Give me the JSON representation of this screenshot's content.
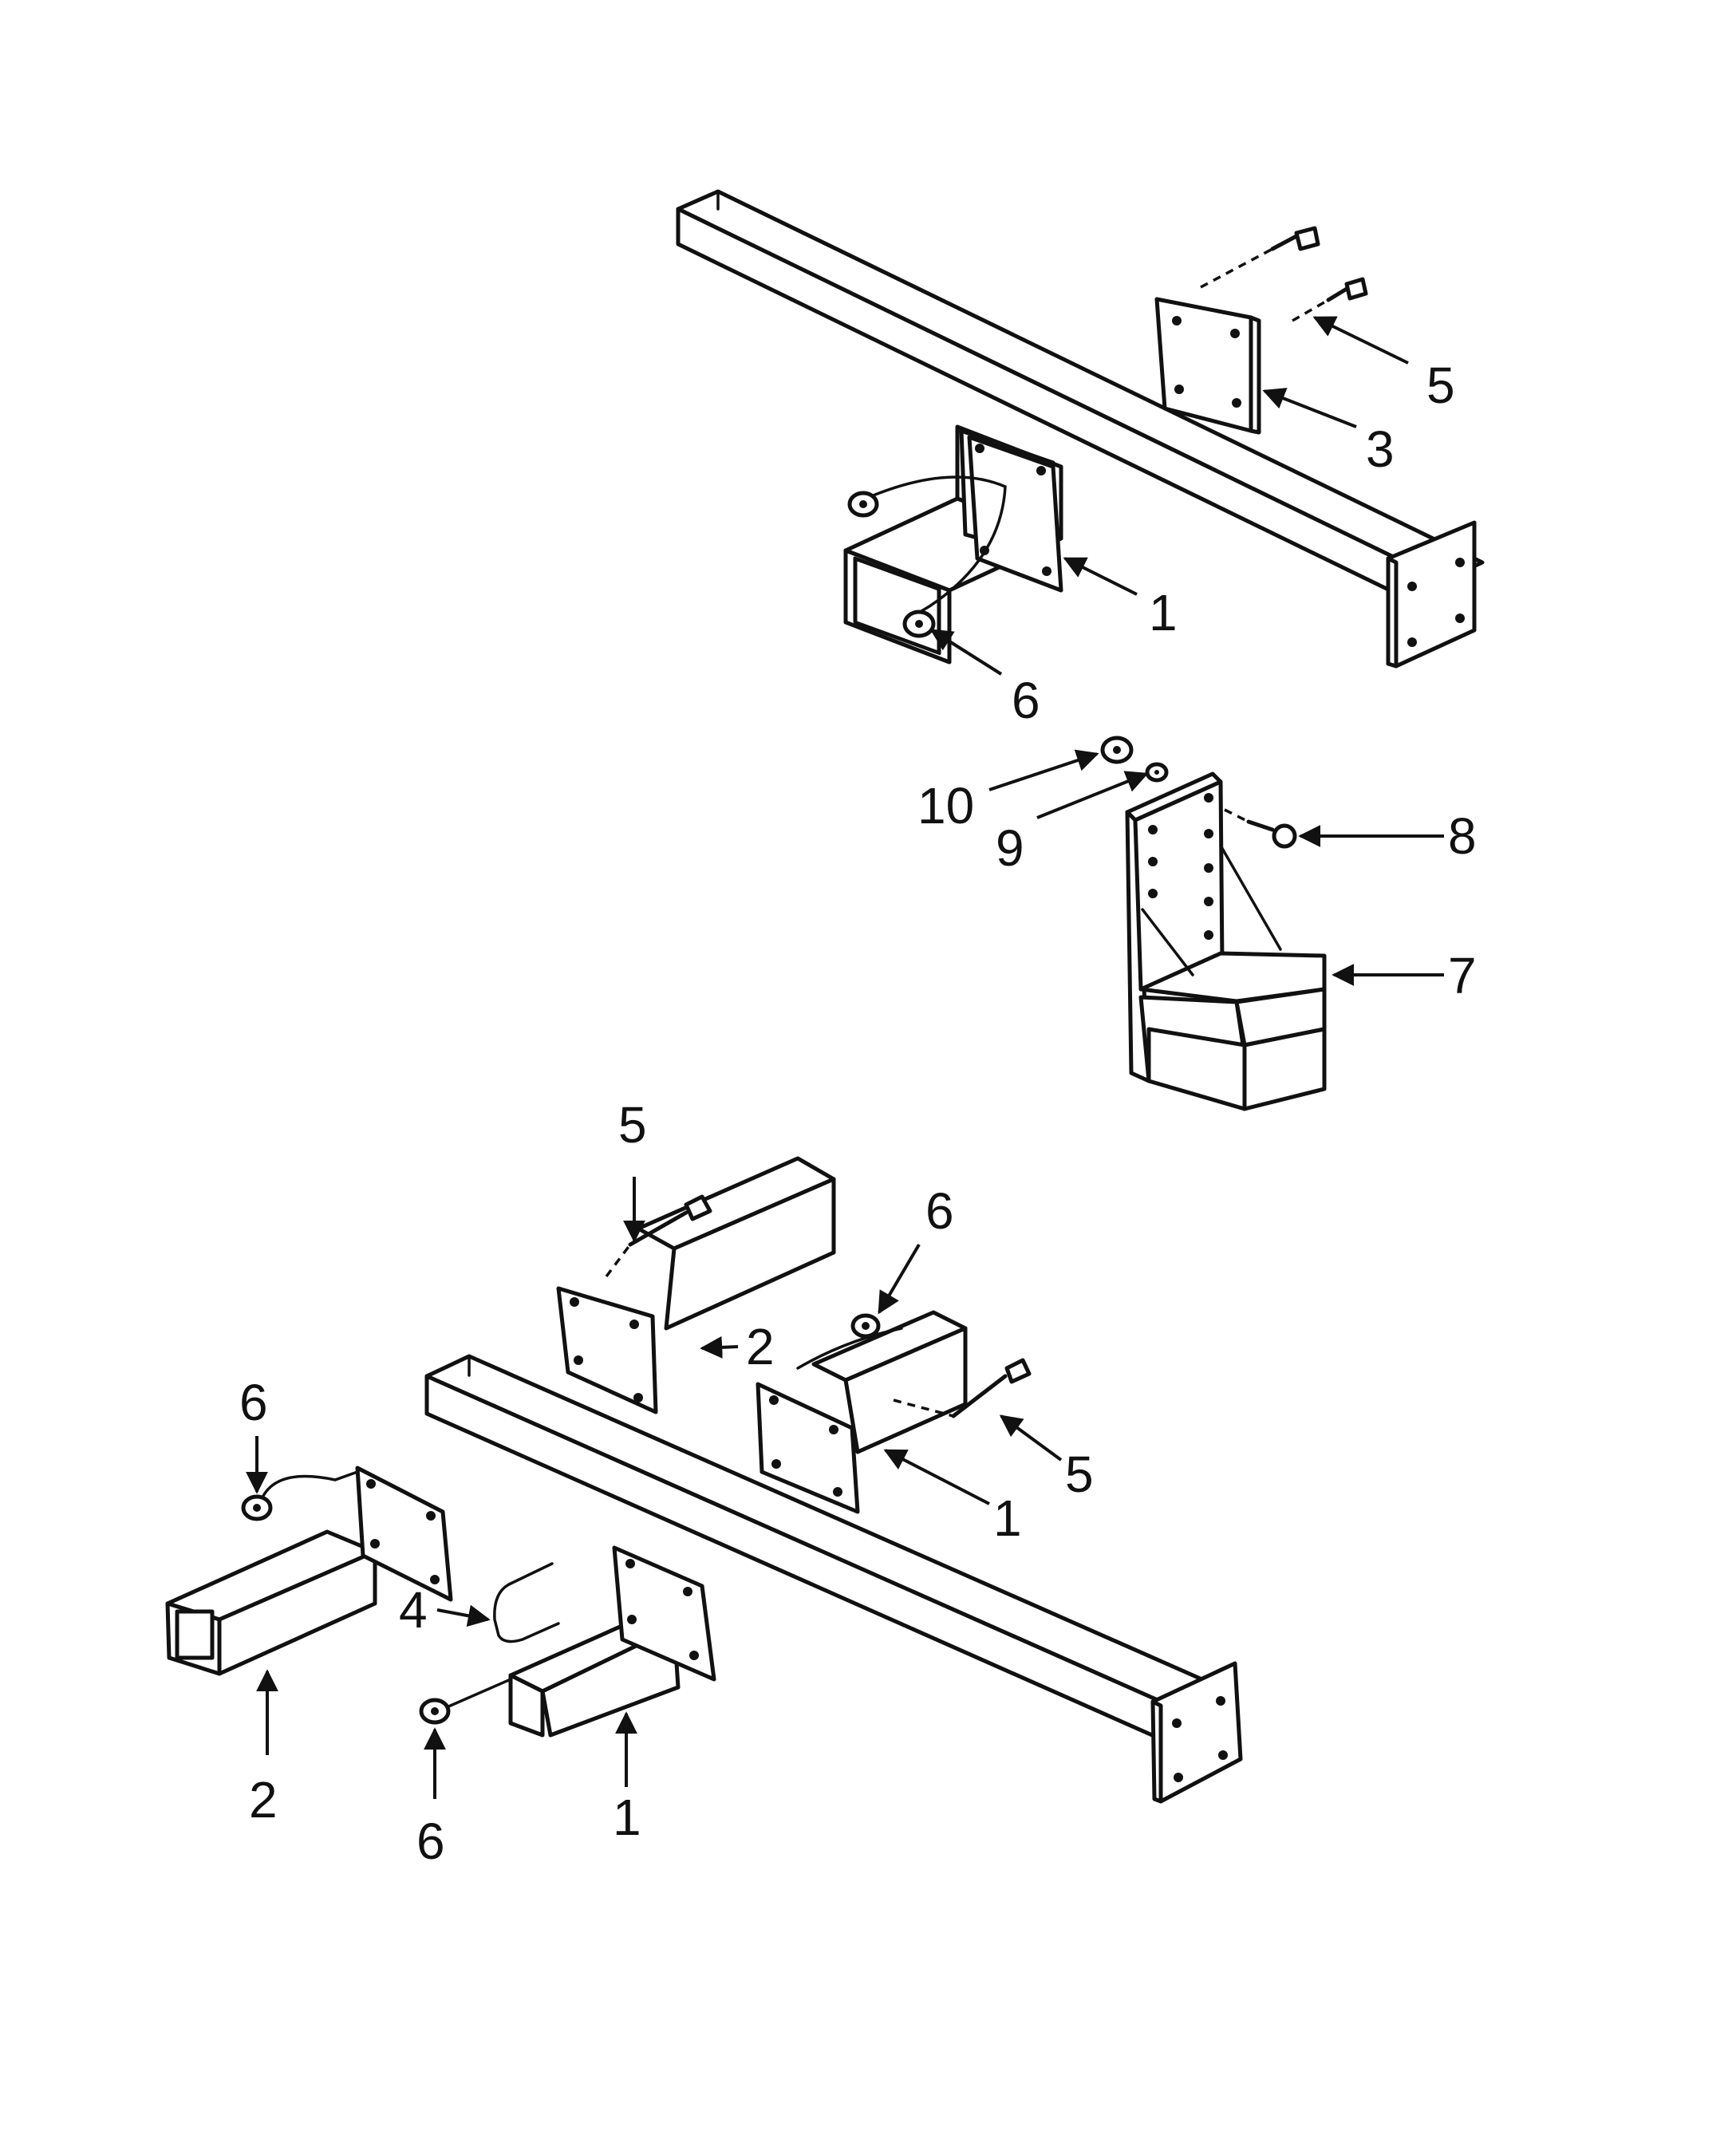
{
  "colors": {
    "ink": "#111111",
    "paper": "#ffffff"
  },
  "callouts": {
    "top_5": "5",
    "top_3": "3",
    "top_1": "1",
    "top_6": "6",
    "bracket_10": "10",
    "bracket_9": "9",
    "bracket_8": "8",
    "bracket_7": "7",
    "bottom_5_upper": "5",
    "bottom_6_upper": "6",
    "bottom_2_mid": "2",
    "bottom_6_left": "6",
    "bottom_5_right": "5",
    "bottom_1_right": "1",
    "bottom_4": "4",
    "bottom_2_left": "2",
    "bottom_1_lower": "1",
    "bottom_6_lower": "6"
  }
}
